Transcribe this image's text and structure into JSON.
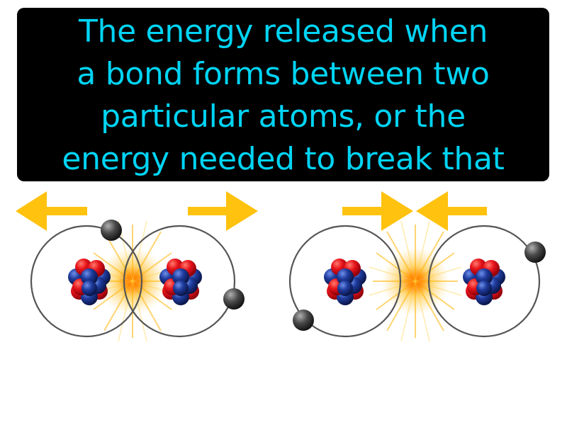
{
  "definition": {
    "lines": [
      "The energy released when",
      "a bond forms between two",
      "particular atoms, or the",
      "energy needed to break that"
    ]
  },
  "colors": {
    "box_background": "#000000",
    "text": "#00d4f4",
    "arrow": "#ffc20e",
    "proton": "#e8141b",
    "neutron": "#1f3c9e",
    "electron": "#4a4a4a",
    "orbit": "#555555",
    "energy_glow": "#ff9a00"
  },
  "illustration": {
    "left_panel": {
      "caption": "",
      "arrows": [
        "arrow-left",
        "arrow-right"
      ]
    },
    "right_panel": {
      "caption": "",
      "arrows": [
        "arrow-right",
        "arrow-left"
      ]
    }
  }
}
